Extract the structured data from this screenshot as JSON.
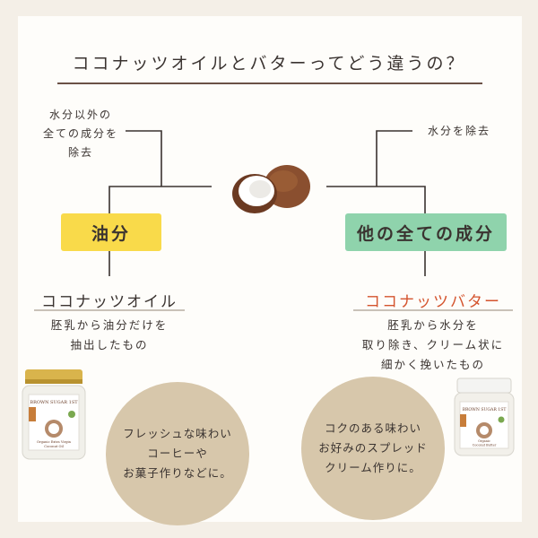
{
  "title": "ココナッツオイルとバターってどう違うの？",
  "left": {
    "note_lines": [
      "水分以外の",
      "全ての成分を",
      "除去"
    ],
    "pill": "油分",
    "product": "ココナッツオイル",
    "desc_lines": [
      "胚乳から油分だけを",
      "抽出したもの"
    ],
    "feature_lines": [
      "フレッシュな味わい",
      "コーヒーや",
      "お菓子作りなどに。"
    ],
    "jar_label": [
      "BROWN SUGAR 1ST",
      "Organic Extra Virgin",
      "Coconut Oil"
    ]
  },
  "right": {
    "note_lines": [
      "水分を除去"
    ],
    "pill": "他の全ての成分",
    "product": "ココナッツバター",
    "desc_lines": [
      "胚乳から水分を",
      "取り除き、クリーム状に",
      "細かく挽いたもの"
    ],
    "feature_lines": [
      "コクのある味わい",
      "お好みのスプレッド",
      "クリーム作りに。"
    ],
    "jar_label": [
      "BROWN SUGAR 1ST",
      "Organic",
      "Coconut Butter"
    ]
  },
  "colors": {
    "background": "#f4efe7",
    "panel": "#fefdfa",
    "oil_pill": "#f9da4a",
    "other_pill": "#8fd3ac",
    "circle": "#d7c7ab",
    "butter_title": "#d4542e",
    "lines": "#3a3330"
  },
  "icons": {
    "center": "coconut-icon"
  }
}
